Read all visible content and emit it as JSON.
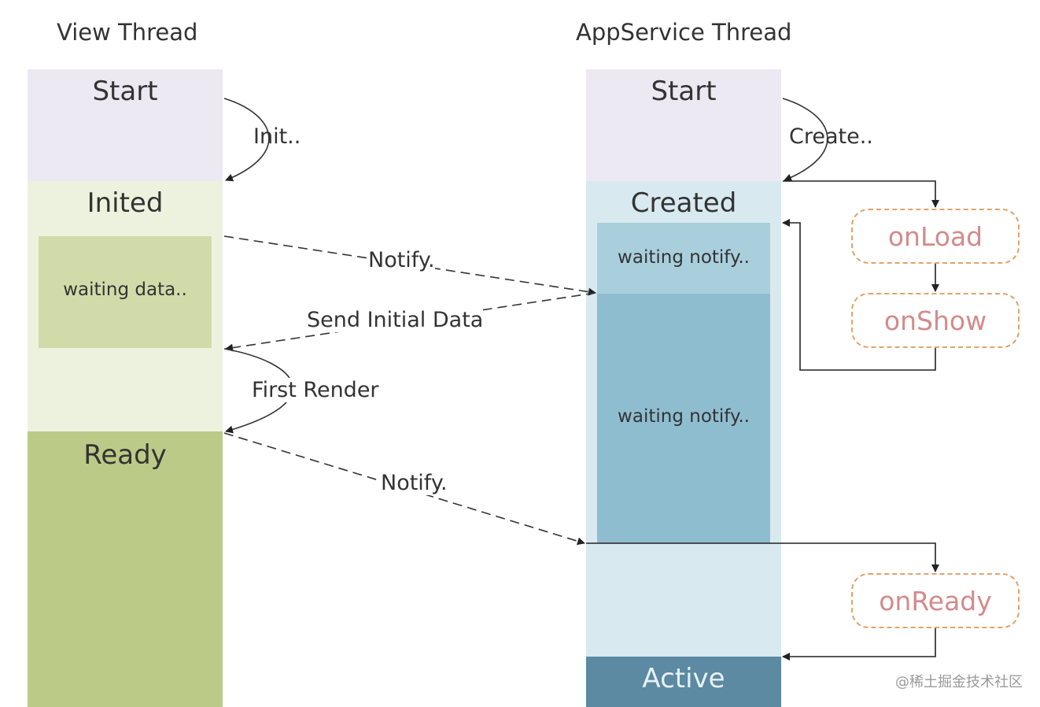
{
  "view_thread": {
    "title": "View Thread",
    "states": {
      "start": "Start",
      "inited": "Inited",
      "waiting": "waiting data..",
      "ready": "Ready"
    }
  },
  "appservice_thread": {
    "title": "AppService Thread",
    "states": {
      "start": "Start",
      "created": "Created",
      "waiting_1": "waiting notify..",
      "waiting_2": "waiting notify..",
      "active": "Active"
    }
  },
  "transitions": {
    "init": "Init..",
    "create": "Create..",
    "notify_1": "Notify.",
    "send_initial_data": "Send Initial Data",
    "first_render": "First Render",
    "notify_2": "Notify."
  },
  "lifecycle_hooks": {
    "on_load": "onLoad",
    "on_show": "onShow",
    "on_ready": "onReady"
  },
  "watermark": "@稀土掘金技术社区",
  "colors": {
    "view_start": "#ece9f2",
    "view_inited": "#edf2df",
    "view_waiting": "#d1dba9",
    "view_ready": "#bcca88",
    "app_start": "#ece9f2",
    "app_created": "#d9e9f0",
    "app_waiting_1": "#a9cfdc",
    "app_waiting_2": "#8fbdd0",
    "app_active": "#5b8aa2",
    "hook_border": "#e3a26a",
    "hook_text": "#d38b8b"
  }
}
